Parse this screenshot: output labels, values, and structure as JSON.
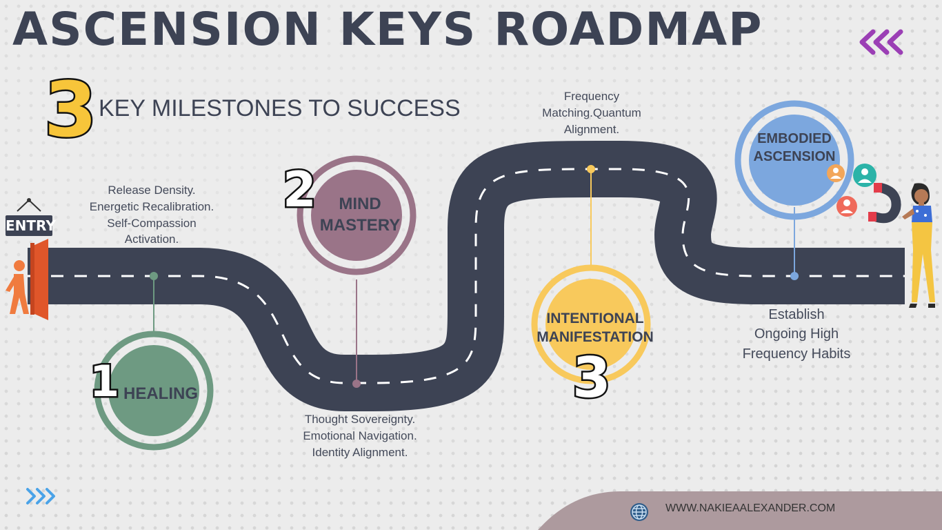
{
  "title": "ASCENSION KEYS ROADMAP",
  "subtitle_number": "3",
  "subtitle": "KEY MILESTONES TO SUCCESS",
  "entry_sign": "ENTRY",
  "milestones": [
    {
      "number": "1",
      "label": "HEALING",
      "color": "#6e9a82",
      "description": [
        "Release Density.",
        "Energetic Recalibration.",
        "Self-Compassion",
        "Activation."
      ]
    },
    {
      "number": "2",
      "label_lines": [
        "MIND",
        "MASTERY"
      ],
      "color": "#9a7488",
      "description": [
        "Thought Sovereignty.",
        "Emotional Navigation.",
        "Identity Alignment."
      ]
    },
    {
      "number": "3",
      "label_lines": [
        "INTENTIONAL",
        "MANIFESTATION"
      ],
      "color": "#f8c95c",
      "description": [
        "Frequency",
        "Matching.Quantum",
        "Alignment."
      ]
    },
    {
      "label_lines": [
        "EMBODIED",
        "ASCENSION"
      ],
      "color": "#7ca7de",
      "description": [
        "Establish",
        "Ongoing High",
        "Frequency Habits"
      ]
    }
  ],
  "footer": {
    "url": "WWW.NAKIEAALEXANDER.COM"
  },
  "colors": {
    "road": "#3d4354",
    "accent_purple": "#9b3fb5",
    "accent_blue": "#4aa3e8",
    "footer_band": "#ad9a9e"
  }
}
